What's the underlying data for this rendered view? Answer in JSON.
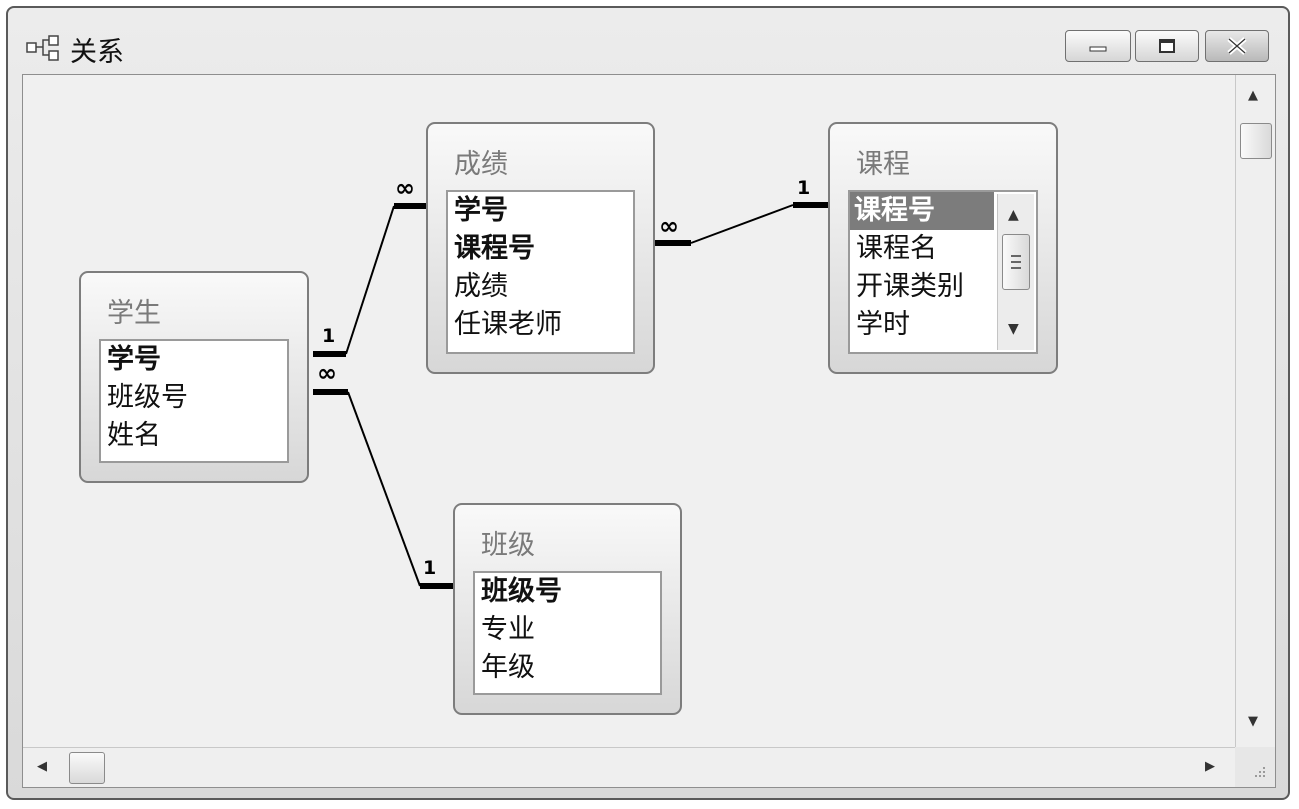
{
  "window": {
    "title": "关系",
    "title_icon": "relationships-icon",
    "buttons": [
      "minimize-icon",
      "restore-icon",
      "close-icon"
    ]
  },
  "tables": {
    "student": {
      "title": "学生",
      "fields": [
        "学号",
        "班级号",
        "姓名"
      ],
      "key_fields": [
        "学号"
      ]
    },
    "score": {
      "title": "成绩",
      "fields": [
        "学号",
        "课程号",
        "成绩",
        "任课老师"
      ],
      "key_fields": [
        "学号",
        "课程号"
      ]
    },
    "course": {
      "title": "课程",
      "fields": [
        "课程号",
        "课程名",
        "开课类别",
        "学时"
      ],
      "key_fields": [
        "课程号"
      ],
      "selected_field": "课程号"
    },
    "class": {
      "title": "班级",
      "fields": [
        "班级号",
        "专业",
        "年级"
      ],
      "key_fields": [
        "班级号"
      ]
    }
  },
  "relationships": [
    {
      "from": "学生.学号",
      "from_card": "1",
      "to": "成绩.学号",
      "to_card": "∞"
    },
    {
      "from": "课程.课程号",
      "from_card": "1",
      "to": "成绩.课程号",
      "to_card": "∞"
    },
    {
      "from": "班级.班级号",
      "from_card": "1",
      "to": "学生.班级号",
      "to_card": "∞"
    }
  ],
  "colors": {
    "canvas": "#f0f0f0",
    "table_border": "#7d7d7d",
    "selection": "#7c7c7c",
    "line": "#000000"
  }
}
